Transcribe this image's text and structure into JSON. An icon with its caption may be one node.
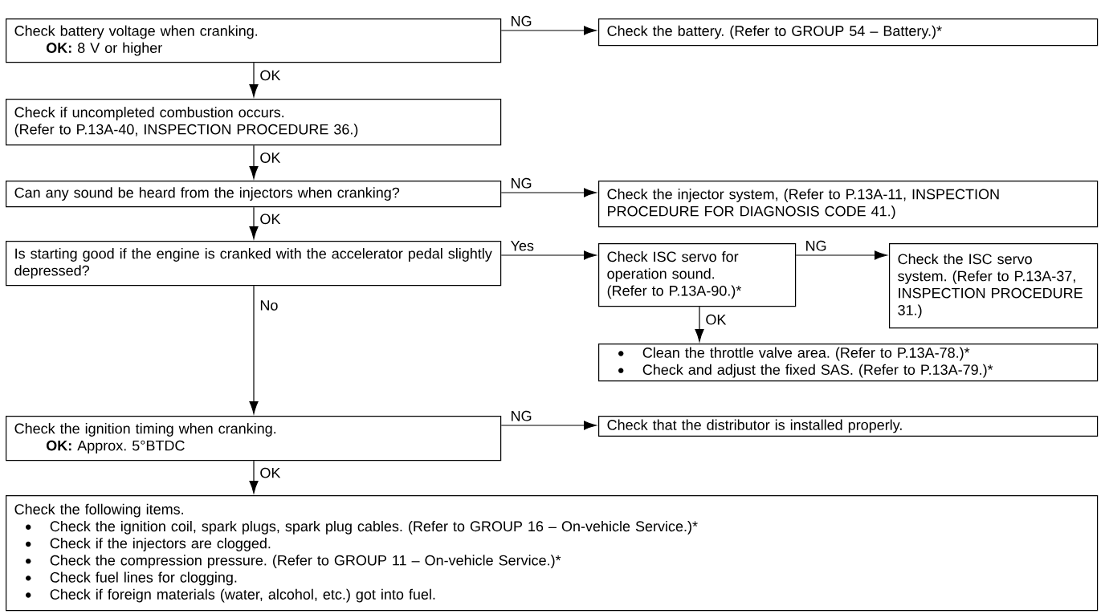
{
  "diagram": {
    "nodes": [
      {
        "text": [
          "Check battery voltage when cranking.",
          "**OK:** 8 V or higher"
        ]
      },
      {
        "text": [
          "Check the battery. (Refer to GROUP 54 – Battery.)*"
        ]
      },
      {
        "text": [
          "Check if uncompleted combustion occurs.",
          "(Refer to P.13A-40, INSPECTION PROCEDURE 36.)"
        ]
      },
      {
        "text": [
          "Can any sound be heard from the injectors when cranking?"
        ]
      },
      {
        "text": [
          "Check the injector system, (Refer to P.13A-11, INSPECTION PROCEDURE FOR DIAGNOSIS CODE 41.)"
        ]
      },
      {
        "text": [
          "Is starting good if the engine is cranked with the accelerator pedal slightly depressed?"
        ]
      },
      {
        "text": [
          "Check ISC servo for operation sound.",
          "(Refer to P.13A-90.)*"
        ]
      },
      {
        "text": [
          "Check the ISC servo system. (Refer to P.13A-37, INSPECTION PROCEDURE 31.)"
        ]
      },
      {
        "text": [
          "Clean the throttle valve area. (Refer to P.13A-78.)*",
          "Check and adjust the fixed SAS. (Refer to P.13A-79.)*"
        ]
      },
      {
        "text": [
          "Check the ignition timing when cranking.",
          "**OK:** Approx. 5°BTDC"
        ]
      },
      {
        "text": [
          "Check that the distributor is installed properly."
        ]
      },
      {
        "text": [
          "Check the following items.",
          "Check the ignition coil, spark plugs, spark plug cables. (Refer to GROUP 16 – On-vehicle Service.)*",
          "Check if the injectors are clogged.",
          "Check the compression pressure. (Refer to GROUP 11 – On-vehicle Service.)*",
          "Check fuel lines for clogging.",
          "Check if foreign materials (water, alcohol, etc.) got into fuel."
        ]
      }
    ],
    "edges": [
      {
        "from": 0,
        "to": 1,
        "arrow": "to",
        "label": "NG"
      },
      {
        "from": 0,
        "to": 2,
        "arrow": "to",
        "label": "OK"
      },
      {
        "from": 2,
        "to": 3,
        "arrow": "to",
        "label": "OK"
      },
      {
        "from": 3,
        "to": 4,
        "arrow": "to",
        "label": "NG"
      },
      {
        "from": 3,
        "to": 5,
        "arrow": "to",
        "label": "OK"
      },
      {
        "from": 5,
        "to": 6,
        "arrow": "to",
        "label": "Yes"
      },
      {
        "from": 6,
        "to": 7,
        "arrow": "to",
        "label": "NG"
      },
      {
        "from": 6,
        "to": 8,
        "arrow": "to",
        "label": "OK"
      },
      {
        "from": 5,
        "to": 9,
        "arrow": "to",
        "label": "No"
      },
      {
        "from": 9,
        "to": 10,
        "arrow": "to",
        "label": "NG"
      },
      {
        "from": 9,
        "to": 11,
        "arrow": "to",
        "label": "OK"
      }
    ]
  }
}
